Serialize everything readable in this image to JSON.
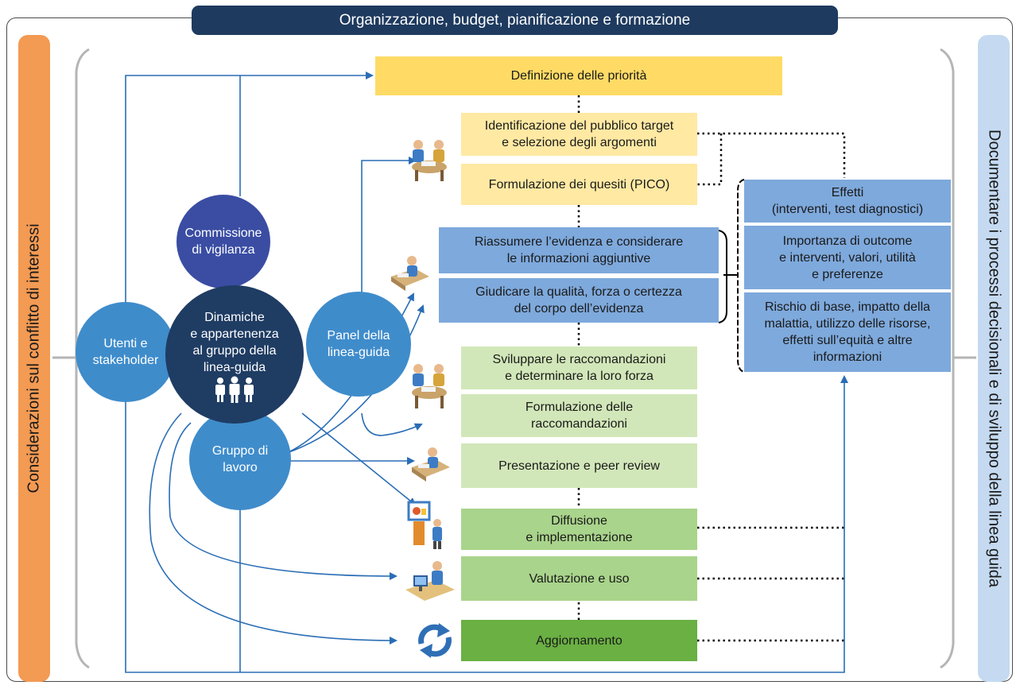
{
  "header": {
    "title": "Organizzazione, budget, pianificazione e formazione"
  },
  "left_banner": {
    "text": "Considerazioni sul conflitto di interessi"
  },
  "right_banner": {
    "text": "Documentare i processi decisionali e di sviluppo della linea guida"
  },
  "circles": {
    "commission": "Commissione\ndi vigilanza",
    "users": "Utenti e\nstakeholder",
    "center": "Dinamiche\ne appartenenza\nal gruppo della\nlinea-guida",
    "panel": "Panel della\nlinea-guida",
    "working_group": "Gruppo di\nlavoro"
  },
  "steps": {
    "priorities": "Definizione delle priorità",
    "target": "Identificazione del pubblico target\ne selezione degli argomenti",
    "pico": "Formulazione dei quesiti (PICO)",
    "summarize": "Riassumere l’evidenza e considerare\nle informazioni aggiuntive",
    "judge": "Giudicare la qualità, forza o certezza\ndel corpo dell’evidenza",
    "develop": "Sviluppare le raccomandazioni\ne determinare la loro forza",
    "wording": "Formulazione delle\nraccomandazioni",
    "review": "Presentazione e peer review",
    "dissemination": "Diffusione\ne implementazione",
    "evaluation": "Valutazione e uso",
    "update": "Aggiornamento"
  },
  "side_boxes": {
    "effects": "Effetti\n(interventi, test diagnostici)",
    "importance": "Importanza di outcome\ne interventi, valori, utilità\ne preferenze",
    "risk": "Rischio di base, impatto della\nmalattia, utilizzo delle risorse,\neffetti sull’equità e altre\ninformazioni"
  },
  "colors": {
    "header": "#1e3a5f",
    "left_banner": "#f39a53",
    "right_banner": "#c5daf1",
    "yellow": "#ffdb66",
    "light_yellow": "#ffe9a3",
    "blue_box": "#7ea9dc",
    "light_green": "#d2e7b9",
    "green": "#a9d48b",
    "dark_green": "#6ab043",
    "circle_blue": "#3f8ccb",
    "circle_indigo": "#3a4da3",
    "circle_navy": "#1f3c63",
    "arrow": "#2a6db5"
  },
  "icons": [
    "meeting-icon",
    "desk-worker-icon",
    "presenter-icon",
    "computer-user-icon",
    "refresh-arrows-icon",
    "group-people-icon"
  ]
}
